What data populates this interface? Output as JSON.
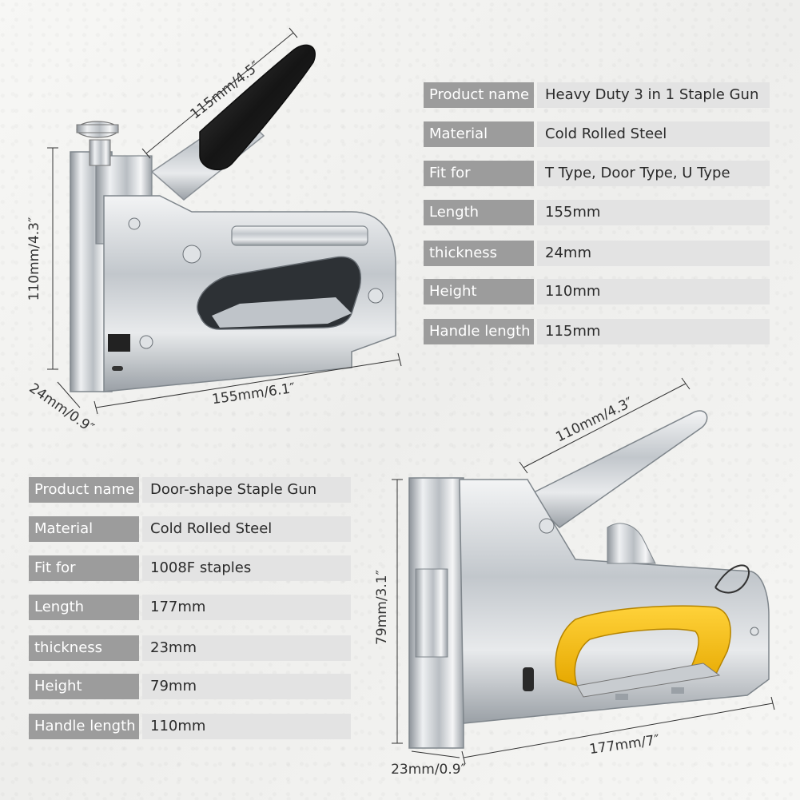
{
  "top_product": {
    "specs": [
      {
        "label": "Product name",
        "value": "Heavy Duty 3 in 1 Staple Gun"
      },
      {
        "label": "Material",
        "value": "Cold Rolled Steel"
      },
      {
        "label": "Fit for",
        "value": "T Type, Door Type, U Type"
      },
      {
        "label": "Length",
        "value": "155mm"
      },
      {
        "label": "thickness",
        "value": "24mm"
      },
      {
        "label": "Height",
        "value": "110mm"
      },
      {
        "label": "Handle length",
        "value": "115mm"
      }
    ],
    "dimensions": {
      "handle": "115mm/4.5″",
      "height": "110mm/4.3″",
      "length": "155mm/6.1″",
      "thickness": "24mm/0.9″"
    }
  },
  "bottom_product": {
    "specs": [
      {
        "label": "Product name",
        "value": "Door-shape Staple Gun"
      },
      {
        "label": "Material",
        "value": "Cold Rolled Steel"
      },
      {
        "label": "Fit for",
        "value": "1008F staples"
      },
      {
        "label": "Length",
        "value": "177mm"
      },
      {
        "label": "thickness",
        "value": "23mm"
      },
      {
        "label": "Height",
        "value": "79mm"
      },
      {
        "label": "Handle length",
        "value": "110mm"
      }
    ],
    "dimensions": {
      "handle": "110mm/4.3″",
      "height": "79mm/3.1″",
      "length": "177mm/7″",
      "thickness": "23mm/0.9″"
    }
  },
  "colors": {
    "label_bg": "#9c9c9c",
    "value_bg": "#e3e3e3",
    "steel": "#c9cdd1",
    "grip_black": "#1e1e1e",
    "grip_yellow": "#f2b705"
  }
}
